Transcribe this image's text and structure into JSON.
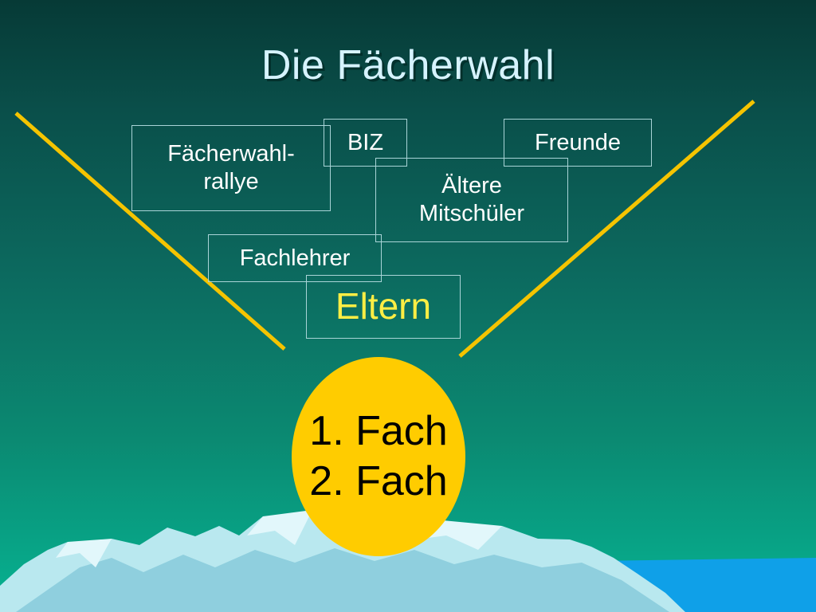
{
  "slide": {
    "title": "Die Fächerwahl",
    "boxes": {
      "rallye_line1": "Fächerwahl-",
      "rallye_line2": "rallye",
      "biz": "BIZ",
      "freunde": "Freunde",
      "aeltere_line1": "Ältere",
      "aeltere_line2": "Mitschüler",
      "fachlehrer": "Fachlehrer",
      "eltern": "Eltern"
    },
    "result": {
      "line1": "1. Fach",
      "line2": "2. Fach"
    }
  },
  "colors": {
    "funnel": "#f5c400",
    "oval": "#ffcc00",
    "title": "#d6f3ff",
    "box_border": "#a9d4d7",
    "eltern_text": "#ffee44"
  },
  "icons": {
    "background_art": "mountains-sea"
  }
}
